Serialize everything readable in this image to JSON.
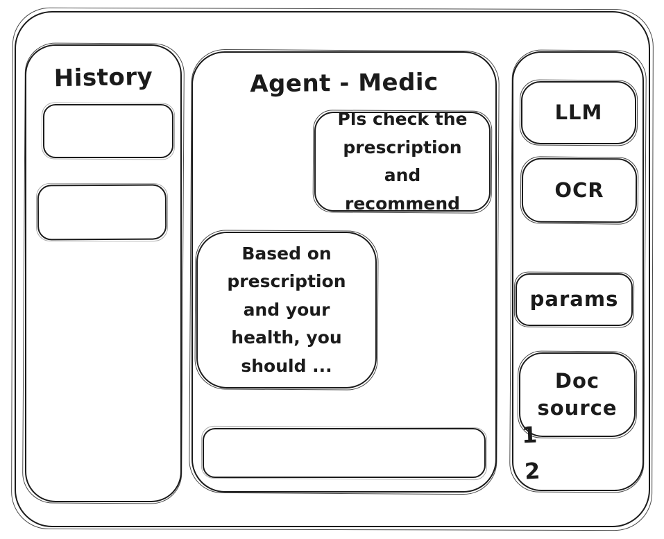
{
  "sidebar": {
    "title": "History",
    "items": [
      {
        "label": ""
      },
      {
        "label": ""
      }
    ]
  },
  "chat": {
    "title": "Agent - Medic",
    "messages": [
      {
        "role": "user",
        "text": "Pls check the prescription and recommend"
      },
      {
        "role": "assistant",
        "text": "Based on prescription and your health, you should ..."
      }
    ],
    "composer": {
      "value": "",
      "placeholder": ""
    }
  },
  "tools": {
    "items": [
      {
        "label": "LLM"
      },
      {
        "label": "OCR"
      },
      {
        "label": "params"
      },
      {
        "label": "Doc source"
      }
    ],
    "step_labels": [
      "1",
      "2"
    ]
  },
  "colors": {
    "stroke": "#1b1b1b",
    "background": "#ffffff"
  }
}
